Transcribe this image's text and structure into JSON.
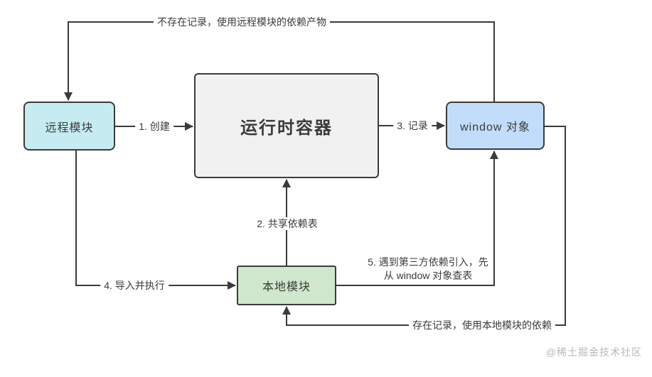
{
  "diagram": {
    "title_hint": "remote module runtime flow diagram",
    "nodes": {
      "remote": {
        "label": "远程模块",
        "fill": "#c6ecf2"
      },
      "container": {
        "label": "运行时容器",
        "fill": "#f1f1f2"
      },
      "window": {
        "label": "window 对象",
        "fill": "#c2ddf9"
      },
      "local": {
        "label": "本地模块",
        "fill": "#cfe8cd"
      }
    },
    "edges": {
      "no_record": {
        "label": "不存在记录，使用远程模块的依赖产物"
      },
      "step1": {
        "label": "1. 创建"
      },
      "step2": {
        "label": "2. 共享依赖表"
      },
      "step3": {
        "label": "3. 记录"
      },
      "step4": {
        "label": "4. 导入并执行"
      },
      "step5": {
        "label_line1": "5. 遇到第三方依赖引入，先",
        "label_line2": "从 window 对象查表"
      },
      "has_record": {
        "label": "存在记录，使用本地模块的依赖"
      }
    },
    "colors": {
      "line": "#3b3b3b",
      "text": "#3b3b3b",
      "watermark": "#b9b9b9",
      "background": "#ffffff"
    },
    "watermark": "@稀土掘金技术社区"
  }
}
